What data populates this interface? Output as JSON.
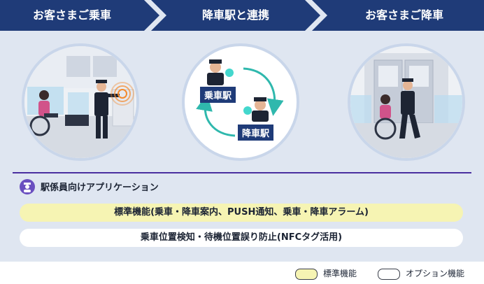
{
  "steps": [
    {
      "label": "お客さまご乗車"
    },
    {
      "label": "降車駅と連携"
    },
    {
      "label": "お客さまご降車"
    }
  ],
  "diagram": {
    "boarding_station": "乗車駅",
    "alighting_station": "降車駅"
  },
  "app": {
    "title": "駅係員向けアプリケーション"
  },
  "features": {
    "standard": "標準機能(乗車・降車案内、PUSH通知、乗車・降車アラーム)",
    "option": "乗車位置検知・待機位置誤り防止(NFCタグ活用)"
  },
  "legend": {
    "standard_label": "標準機能",
    "option_label": "オプション機能"
  },
  "colors": {
    "header": "#1f3b78",
    "accent": "#4a2fa0",
    "standard_fill": "#f6f4b3",
    "option_fill": "#ffffff",
    "tap_glow": "#f3892c",
    "phone_glow": "#2fd3c8"
  }
}
